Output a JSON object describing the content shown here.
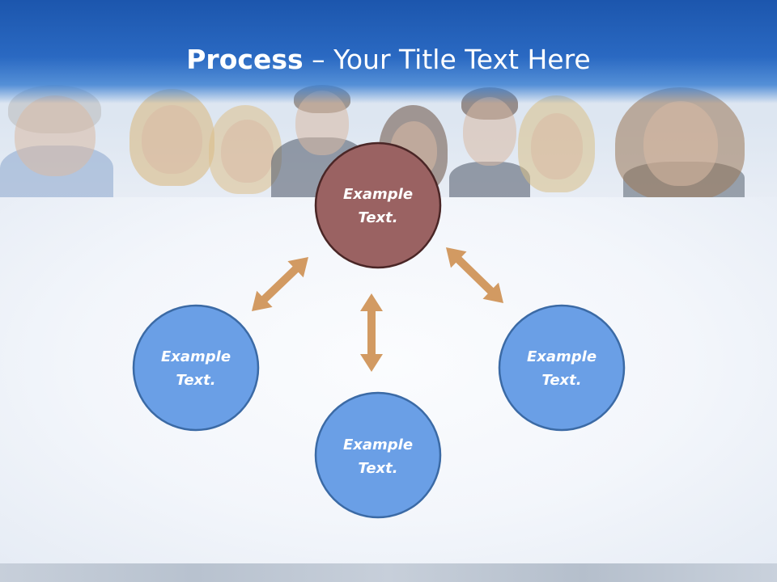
{
  "slide": {
    "title_bold": "Process",
    "title_rest": " – Your Title Text Here"
  },
  "diagram": {
    "center": {
      "label_line1": "Example",
      "label_line2": "Text.",
      "color": "#9a6262",
      "stroke": "#4a2626"
    },
    "nodes": [
      {
        "id": "left",
        "label_line1": "Example",
        "label_line2": "Text.",
        "color": "#6a9fe6",
        "stroke": "#3b6aa5"
      },
      {
        "id": "bottom",
        "label_line1": "Example",
        "label_line2": "Text.",
        "color": "#6a9fe6",
        "stroke": "#3b6aa5"
      },
      {
        "id": "right",
        "label_line1": "Example",
        "label_line2": "Text.",
        "color": "#6a9fe6",
        "stroke": "#3b6aa5"
      }
    ],
    "arrow_color": "#d29a62",
    "connections": [
      {
        "from": "center",
        "to": "left",
        "direction": "both"
      },
      {
        "from": "center",
        "to": "bottom",
        "direction": "both"
      },
      {
        "from": "center",
        "to": "right",
        "direction": "both"
      }
    ]
  },
  "colors": {
    "title_bar": "#1c56ad",
    "title_text": "#ffffff",
    "board": "#f3f6fb"
  }
}
